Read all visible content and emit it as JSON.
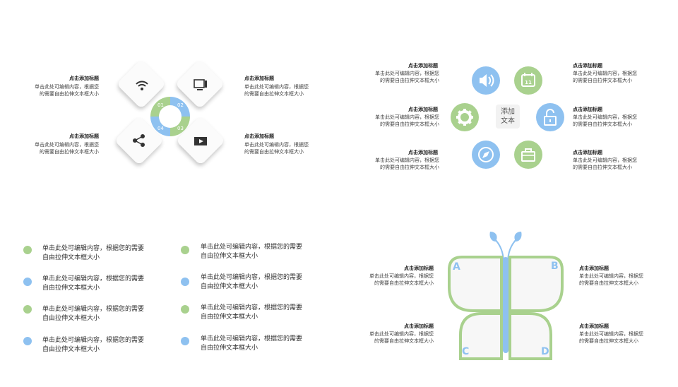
{
  "q1": {
    "items": [
      {
        "title": "点击添加标题",
        "body": "单击此处可编辑内容，根据您的需要自由拉伸文本框大小"
      },
      {
        "title": "点击添加标题",
        "body": "单击此处可编辑内容，根据您的需要自由拉伸文本框大小"
      },
      {
        "title": "点击添加标题",
        "body": "单击此处可编辑内容，根据您的需要自由拉伸文本框大小"
      },
      {
        "title": "点击添加标题",
        "body": "单击此处可编辑内容，根据您的需要自由拉伸文本框大小"
      }
    ],
    "ring_labels": [
      "01",
      "02",
      "03",
      "04"
    ],
    "icons": [
      "wifi-icon",
      "monitor-icon",
      "share-icon",
      "video-icon"
    ]
  },
  "q2": {
    "center_label_1": "添加",
    "center_label_2": "文本",
    "items": [
      {
        "title": "点击添加标题",
        "body": "单击此处可编辑内容，根据您的需要自由拉伸文本框大小"
      },
      {
        "title": "点击添加标题",
        "body": "单击此处可编辑内容，根据您的需要自由拉伸文本框大小"
      },
      {
        "title": "点击添加标题",
        "body": "单击此处可编辑内容，根据您的需要自由拉伸文本框大小"
      },
      {
        "title": "点击添加标题",
        "body": "单击此处可编辑内容，根据您的需要自由拉伸文本框大小"
      },
      {
        "title": "点击添加标题",
        "body": "单击此处可编辑内容，根据您的需要自由拉伸文本框大小"
      },
      {
        "title": "点击添加标题",
        "body": "单击此处可编辑内容，根据您的需要自由拉伸文本框大小"
      }
    ],
    "calendar_day": "11",
    "icons": [
      "speaker-icon",
      "calendar-icon",
      "gear-icon",
      "unlock-icon",
      "compass-icon",
      "briefcase-icon"
    ]
  },
  "q3": {
    "items": [
      "单击此处可编辑内容，根据您的需要自由拉伸文本框大小",
      "单击此处可编辑内容，根据您的需要自由拉伸文本框大小",
      "单击此处可编辑内容，根据您的需要自由拉伸文本框大小",
      "单击此处可编辑内容，根据您的需要自由拉伸文本框大小",
      "单击此处可编辑内容，根据您的需要自由拉伸文本框大小",
      "单击此处可编辑内容，根据您的需要自由拉伸文本框大小",
      "单击此处可编辑内容，根据您的需要自由拉伸文本框大小",
      "单击此处可编辑内容，根据您的需要自由拉伸文本框大小"
    ]
  },
  "q4": {
    "wing_letters": [
      "A",
      "B",
      "C",
      "D"
    ],
    "items": [
      {
        "title": "点击添加标题",
        "body": "单击此处可编辑内容，根据您的需要自由拉伸文本框大小"
      },
      {
        "title": "点击添加标题",
        "body": "单击此处可编辑内容，根据您的需要自由拉伸文本框大小"
      },
      {
        "title": "点击添加标题",
        "body": "单击此处可编辑内容，根据您的需要自由拉伸文本框大小"
      },
      {
        "title": "点击添加标题",
        "body": "单击此处可编辑内容，根据您的需要自由拉伸文本框大小"
      }
    ]
  },
  "colors": {
    "green": "#a9d18e",
    "blue": "#8ec1f0",
    "tile": "#fbfbfb"
  }
}
